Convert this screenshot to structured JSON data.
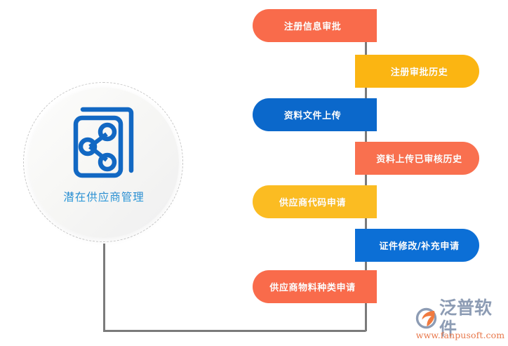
{
  "diagram": {
    "title": "潜在供应商管理",
    "hub": {
      "label": "潜在供应商管理",
      "icon": "document-share-icon",
      "icon_color": "#1268c3",
      "label_color": "#2b8fd8",
      "border_style": "dashed"
    },
    "connector_color": "#7b7b7b",
    "nodes": [
      {
        "label": "注册信息审批",
        "color": "#f96b4b",
        "side": "left"
      },
      {
        "label": "注册审批历史",
        "color": "#fbb512",
        "side": "right"
      },
      {
        "label": "资料文件上传",
        "color": "#0b68cb",
        "side": "left"
      },
      {
        "label": "资料上传已审核历史",
        "color": "#f9704f",
        "side": "right"
      },
      {
        "label": "供应商代码申请",
        "color": "#fbbc22",
        "side": "left"
      },
      {
        "label": "证件修改/补充申请",
        "color": "#0c6fd6",
        "side": "right"
      },
      {
        "label": "供应商物料种类申请",
        "color": "#f96b4b",
        "side": "left"
      }
    ]
  },
  "watermark": {
    "brand": "泛普软件",
    "url": "www.fanpusoft.com",
    "brand_color": "#8d9cb4",
    "url_color": "#e8774a",
    "mark": "fanpu-swoosh-icon"
  }
}
